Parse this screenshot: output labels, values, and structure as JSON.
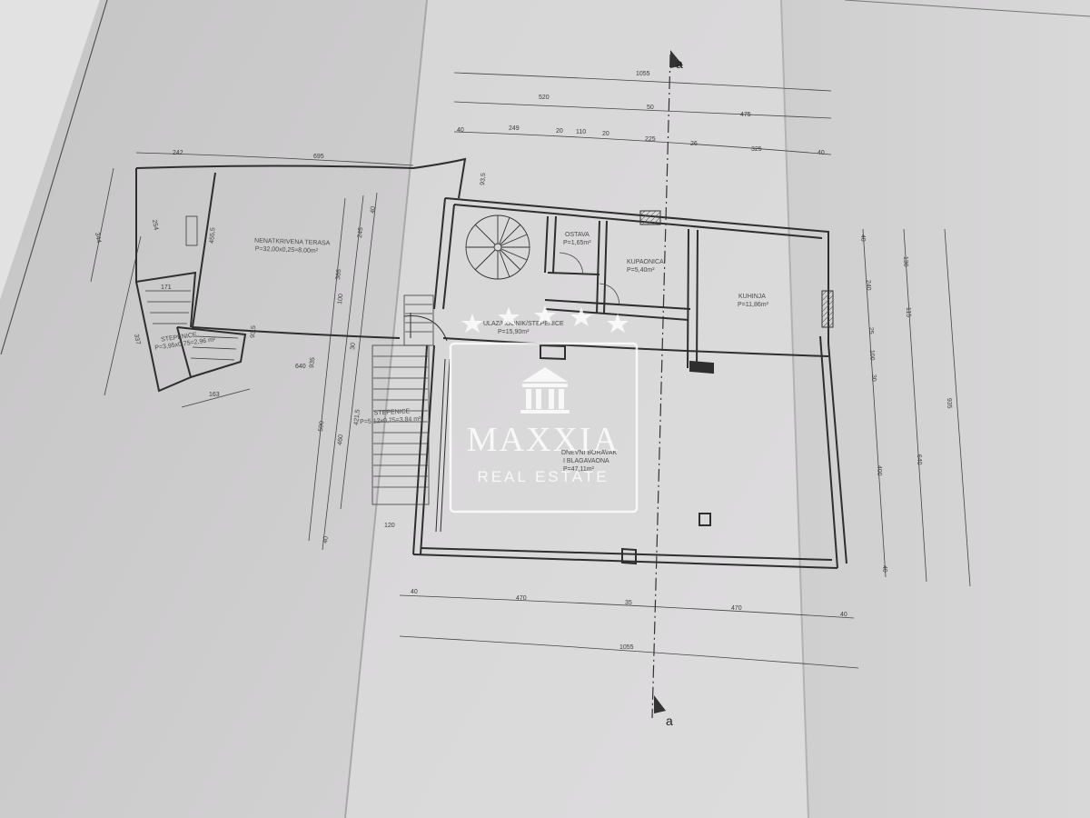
{
  "section_marker": "a",
  "rooms": {
    "terrace": {
      "name": "NENATKRIVENA TERASA",
      "area": "P=32,00x0,25=8,00m²"
    },
    "stairs_small": {
      "name": "STEPENICE",
      "area": "P=3,95x0,75=2,96 m²"
    },
    "stairs_main": {
      "name": "STEPENICE",
      "area": "P=5,12x0,75=3,84 m²"
    },
    "storage": {
      "name": "OSTAVA",
      "area": "P=1,65m²"
    },
    "bathroom": {
      "name": "KUPAONICA",
      "area": "P=5,40m²"
    },
    "kitchen": {
      "name": "KUHINJA",
      "area": "P=11,86m²"
    },
    "hallway": {
      "name": "ULAZ/HODNIK/STEPENICE",
      "area": "P=15,90m²"
    },
    "living": {
      "name_1": "DNEVNI BORAVAK",
      "name_2": "I BLAGAVAONA",
      "area": "P=47,11m²"
    }
  },
  "dims": {
    "top_total": "1055",
    "top_a": "520",
    "top_b": "50",
    "top_c": "475",
    "top_d1": "40",
    "top_d2": "249",
    "top_d3": "20",
    "top_d4": "110",
    "top_d5": "20",
    "top_d6": "225",
    "top_d7": "26",
    "top_d8": "325",
    "top_d9": "40",
    "ter_a": "242",
    "ter_b": "695",
    "ter_c": "93,5",
    "left_a": "344",
    "left_b": "254",
    "left_c": "455,5",
    "left_d": "171",
    "left_e": "337",
    "left_f": "93,5",
    "left_g": "163",
    "left_h": "640",
    "left_i": "935",
    "mid_a": "40",
    "mid_b": "245",
    "mid_c": "365",
    "mid_d": "100",
    "mid_e": "30",
    "mid_f": "590",
    "mid_g": "460",
    "mid_h": "421,5",
    "mid_i": "40",
    "mid_j": "120",
    "right_a": "40",
    "right_b": "240",
    "right_c": "25",
    "right_d": "100",
    "right_e": "30",
    "right_f": "400",
    "right_g": "40",
    "right_h": "130",
    "right_i": "115",
    "right_j": "640",
    "right_k": "935",
    "bot_a": "40",
    "bot_b": "470",
    "bot_c": "35",
    "bot_d": "470",
    "bot_e": "40",
    "bot_total": "1055"
  },
  "watermark": {
    "brand": "MAXXIA",
    "sub": "REAL ESTATE"
  }
}
